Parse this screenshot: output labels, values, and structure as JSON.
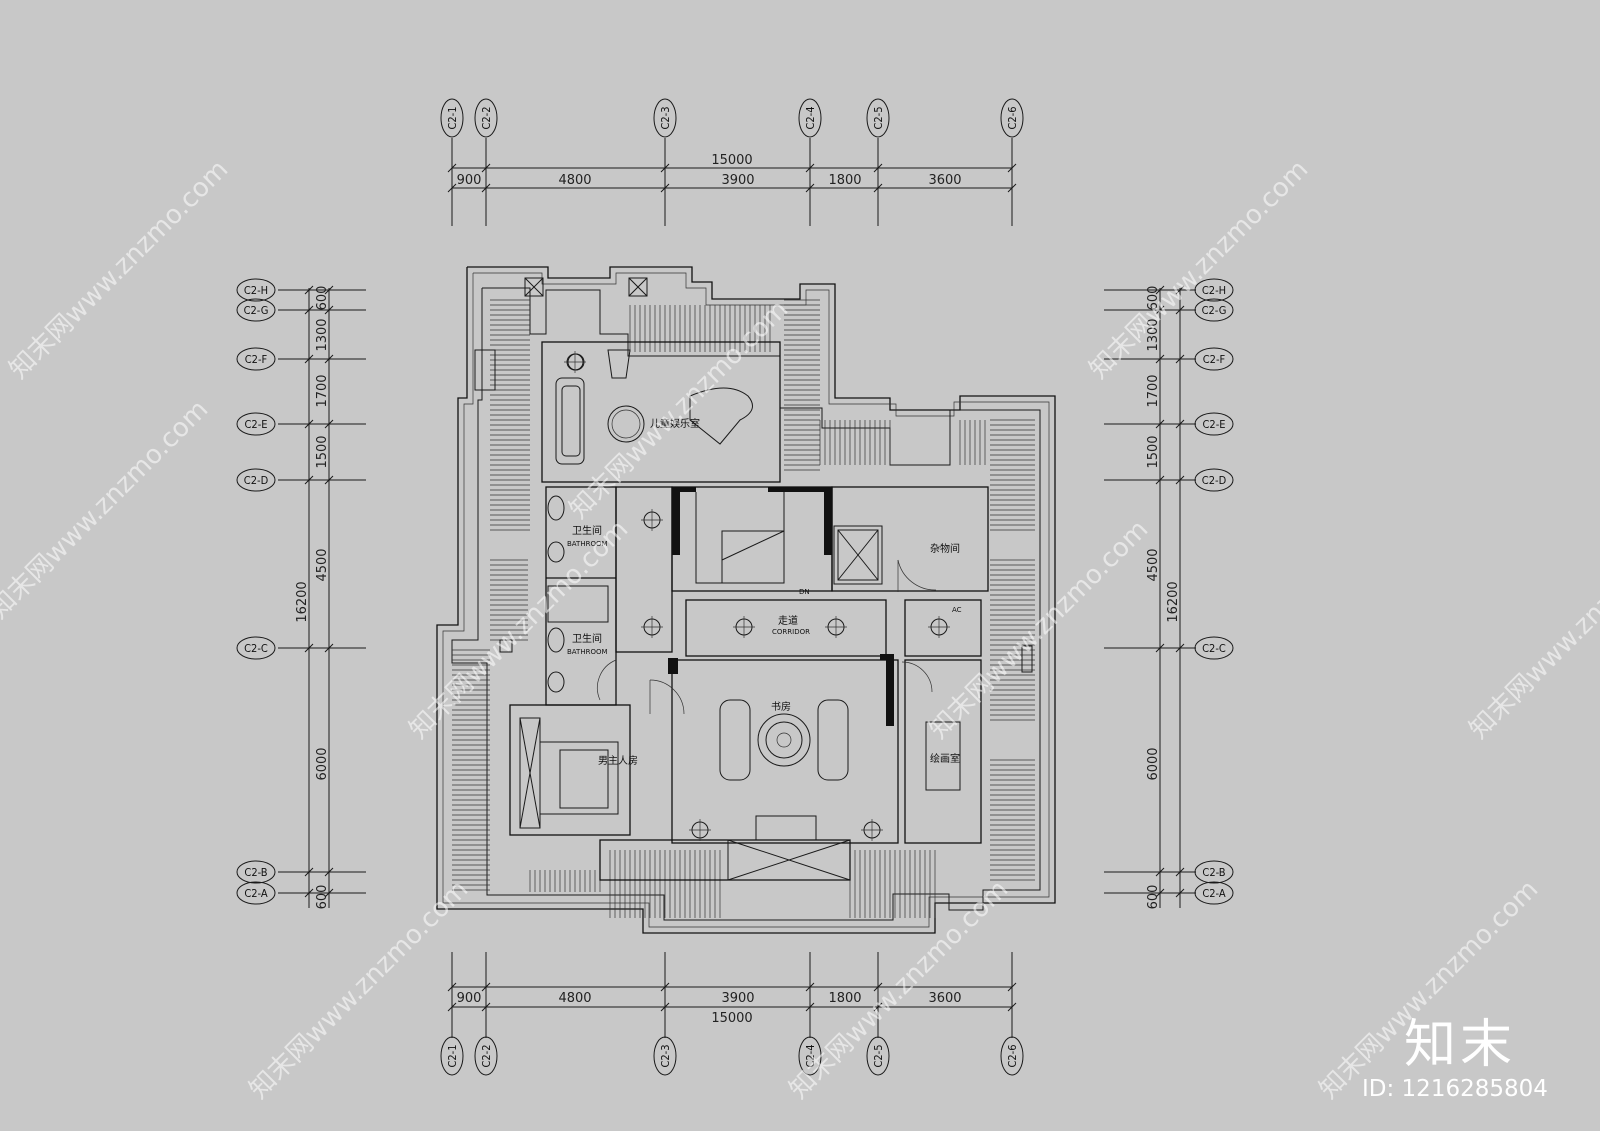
{
  "grid": {
    "columns": [
      "C2-1",
      "C2-2",
      "C2-3",
      "C2-4",
      "C2-5",
      "C2-6"
    ],
    "rows": [
      "C2-H",
      "C2-G",
      "C2-F",
      "C2-E",
      "C2-D",
      "C2-C",
      "C2-B",
      "C2-A"
    ]
  },
  "dimensions": {
    "total_horizontal": "15000",
    "horizontal_segments": [
      "900",
      "4800",
      "3900",
      "1800",
      "3600"
    ],
    "total_vertical": "16200",
    "vertical_segments": [
      "600",
      "1300",
      "1700",
      "1500",
      "4500",
      "6000",
      "600"
    ]
  },
  "rooms": {
    "kids_room": "儿童娱乐室",
    "bathroom_1_cn": "卫生间",
    "bathroom_1_en": "BATHROOM",
    "bathroom_2_cn": "卫生间",
    "bathroom_2_en": "BATHROOM",
    "storage": "杂物间",
    "corridor_cn": "走道",
    "corridor_en": "CORRIDOR",
    "study": "书房",
    "bedroom": "男主人房",
    "painting_room": "绘画室",
    "stair_label": "DN",
    "ac_label": "AC"
  },
  "watermark": {
    "text": "知末网www.znzmo.com",
    "logo": "知末",
    "image_id": "ID: 1216285804"
  },
  "colors": {
    "background": "#c8c8c8",
    "lines": "#1a1a1a",
    "watermark": "#ffffff"
  }
}
